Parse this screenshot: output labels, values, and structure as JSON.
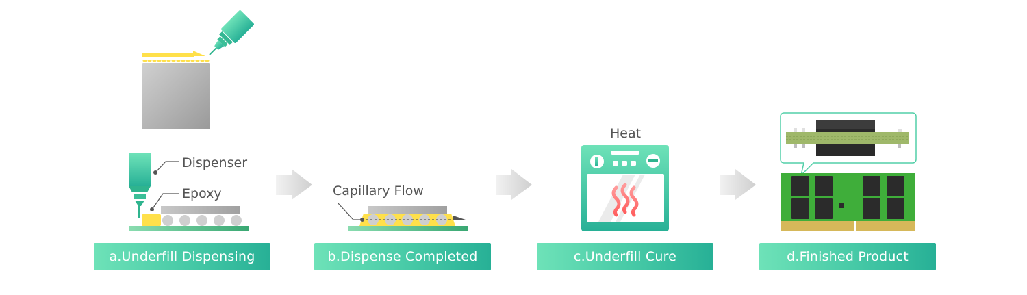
{
  "diagram": {
    "type": "process-flow",
    "title": "Underfill process",
    "steps": [
      {
        "id": "a",
        "label": "a.Underfill Dispensing",
        "callouts": [
          "Dispenser",
          "Epoxy"
        ]
      },
      {
        "id": "b",
        "label": "b.Dispense Completed",
        "callouts": [
          "Capillary Flow"
        ]
      },
      {
        "id": "c",
        "label": "c.Underfill Cure",
        "callouts": [
          "Heat"
        ]
      },
      {
        "id": "d",
        "label": "d.Finished Product",
        "callouts": []
      }
    ],
    "colors": {
      "accent_light": "#6ee2b8",
      "accent_dark": "#27b096",
      "epoxy_yellow": "#ffe04a",
      "chip_gray": "#b5b5b5",
      "arrow_gray": "#dcdcdc",
      "heat_red": "#ff6b6b",
      "text_gray": "#555555"
    }
  }
}
